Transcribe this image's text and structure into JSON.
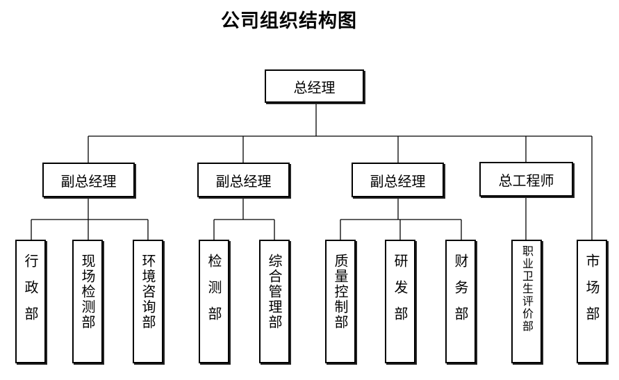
{
  "title": "公司组织结构图",
  "root": "总经理",
  "level1": [
    "副总经理",
    "副总经理",
    "副总经理",
    "总工程师"
  ],
  "departments": {
    "xingzheng": "行政部",
    "xianchang": "现场检测部",
    "huanjing": "环境咨询部",
    "jiance": "检测部",
    "zonghe": "综合管理部",
    "zhiliang": "质量控制部",
    "yanfa": "研发部",
    "caiwu": "财务部",
    "zhiye": "职业卫生评价部",
    "shichang": "市场部"
  }
}
